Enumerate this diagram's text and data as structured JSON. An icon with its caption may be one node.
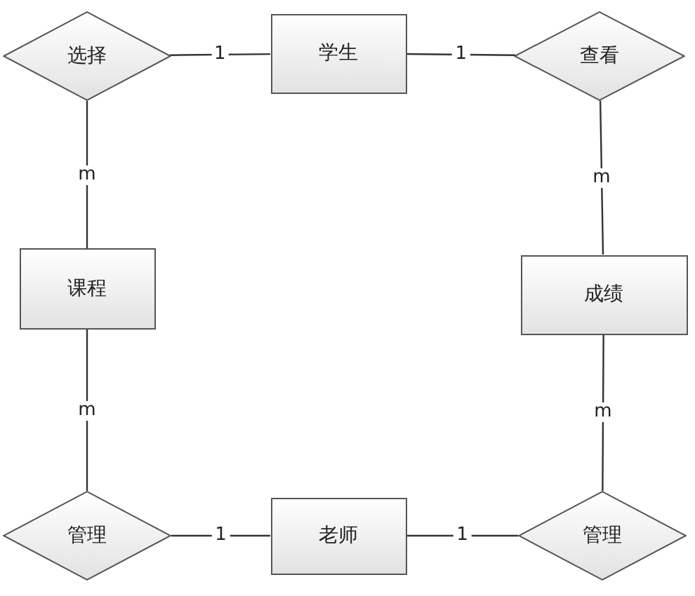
{
  "diagram": {
    "nodes": [
      {
        "text": [
          "选择"
        ]
      },
      {
        "text": [
          "学生"
        ]
      },
      {
        "text": [
          "查看"
        ]
      },
      {
        "text": [
          "课程"
        ]
      },
      {
        "text": [
          "成绩"
        ]
      },
      {
        "text": [
          "管理"
        ]
      },
      {
        "text": [
          "老师"
        ]
      },
      {
        "text": [
          "管理"
        ]
      }
    ],
    "edges": [
      {
        "from": 0,
        "to": 1,
        "arrow": "none",
        "label": "1"
      },
      {
        "from": 1,
        "to": 2,
        "arrow": "none",
        "label": "1"
      },
      {
        "from": 0,
        "to": 3,
        "arrow": "none",
        "label": "m"
      },
      {
        "from": 2,
        "to": 4,
        "arrow": "none",
        "label": "m"
      },
      {
        "from": 3,
        "to": 5,
        "arrow": "none",
        "label": "m"
      },
      {
        "from": 4,
        "to": 7,
        "arrow": "none",
        "label": "m"
      },
      {
        "from": 5,
        "to": 6,
        "arrow": "none",
        "label": "1"
      },
      {
        "from": 6,
        "to": 7,
        "arrow": "none",
        "label": "1"
      }
    ]
  }
}
